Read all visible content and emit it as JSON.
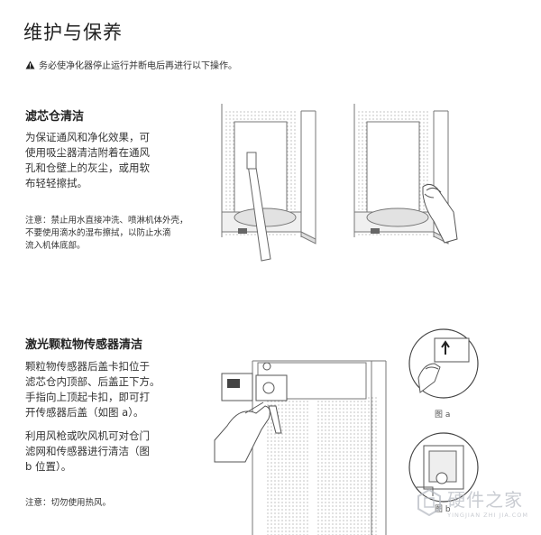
{
  "page": {
    "title": "维护与保养",
    "warning": "务必使净化器停止运行并断电后再进行以下操作。"
  },
  "section1": {
    "title": "滤芯仓清洁",
    "body": "为保证通风和净化效果，可\n使用吸尘器清洁附着在通风\n孔和仓壁上的灰尘，或用软\n布轻轻擦拭。",
    "note": "注意：禁止用水直接冲洗、喷淋机体外壳，\n不要使用滴水的湿布擦拭，以防止水滴\n流入机体底部。"
  },
  "section2": {
    "title": "激光颗粒物传感器清洁",
    "body": "颗粒物传感器后盖卡扣位于\n滤芯仓内顶部、后盖正下方。\n手指向上顶起卡扣，即可打\n开传感器后盖（如图 a）。",
    "body2": "利用风枪或吹风机可对仓门\n滤网和传感器进行清洁（图\nb 位置）。",
    "note": "注意：切勿使用热风。",
    "caption_a": "图 a",
    "caption_b": "图 b"
  },
  "watermark": {
    "main": "硬件之家",
    "sub": "YINGJIAN ZHI JIA.COM"
  },
  "icons": {
    "warning": "warning-triangle-icon",
    "watermark_logo": "hexagon-logo-icon"
  }
}
